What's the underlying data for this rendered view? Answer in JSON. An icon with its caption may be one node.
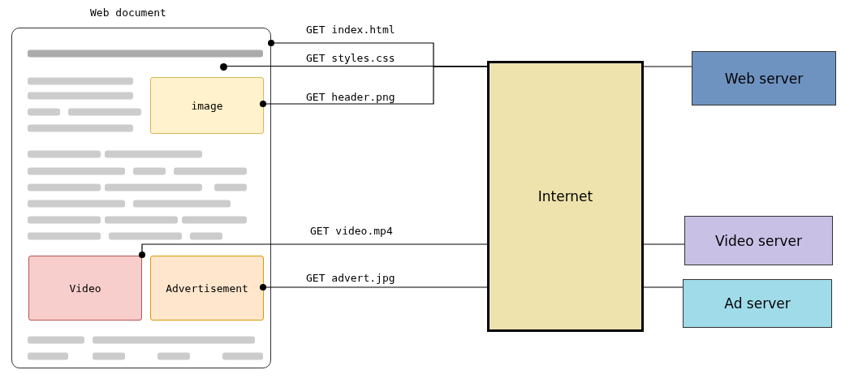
{
  "diagram": {
    "nodes": [
      {
        "text": [
          "Web document"
        ]
      },
      {
        "text": [
          "image"
        ],
        "in": 0
      },
      {
        "text": [
          "Video"
        ],
        "in": 0
      },
      {
        "text": [
          "Advertisement"
        ],
        "in": 0
      },
      {
        "text": [
          "Internet"
        ]
      },
      {
        "text": [
          "Web server"
        ]
      },
      {
        "text": [
          "Video server"
        ]
      },
      {
        "text": [
          "Ad server"
        ]
      },
      {
        "text": [],
        "shape": "circle",
        "in": 0
      }
    ],
    "edges": [
      {
        "from": 0,
        "to": 4,
        "arrow": "other",
        "label": "GET index.html"
      },
      {
        "from": 8,
        "to": 4,
        "arrow": "none",
        "label": "GET styles.css"
      },
      {
        "from": 1,
        "to": 4,
        "arrow": "other",
        "label": "GET header.png"
      },
      {
        "from": 4,
        "to": 5,
        "arrow": "none"
      },
      {
        "from": 2,
        "to": 4,
        "arrow": "other",
        "label": "GET video.mp4"
      },
      {
        "from": 4,
        "to": 6,
        "arrow": "none"
      },
      {
        "from": 3,
        "to": 4,
        "arrow": "other",
        "label": "GET advert.jpg"
      },
      {
        "from": 4,
        "to": 7,
        "arrow": "none"
      }
    ]
  }
}
